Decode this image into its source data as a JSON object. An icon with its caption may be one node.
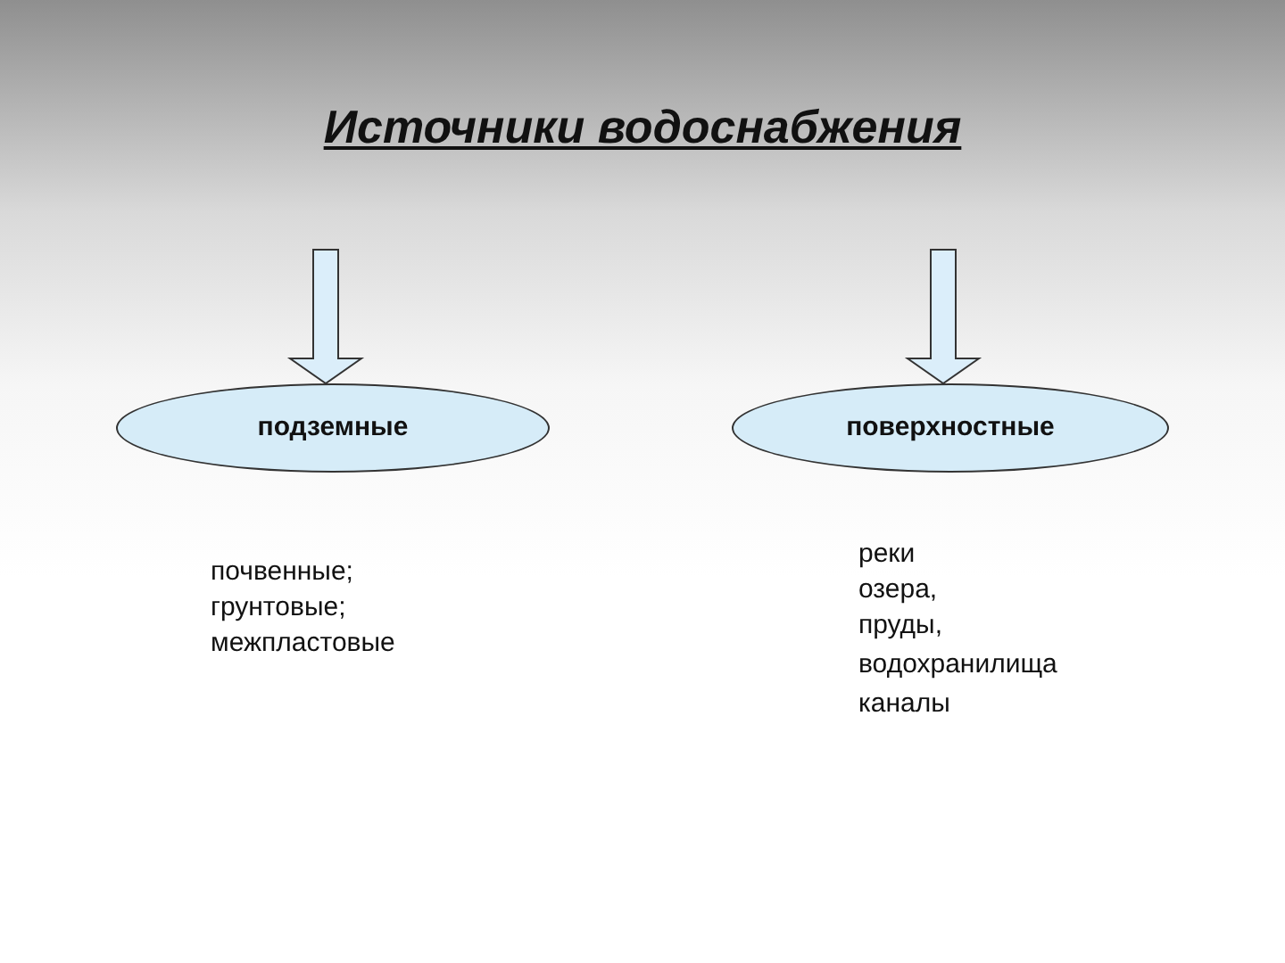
{
  "diagram": {
    "title": "Источники водоснабжения",
    "nodes": [
      {
        "text": [
          "подземные"
        ]
      },
      {
        "text": [
          "поверхностные"
        ]
      }
    ],
    "edges": [
      {
        "from": null,
        "to": 0,
        "arrow": "to"
      },
      {
        "from": null,
        "to": 1,
        "arrow": "to"
      }
    ],
    "labels": [
      "почвенные;",
      "грунтовые;",
      "межпластовые",
      "реки",
      "озера,",
      "пруды,",
      "водохранилища",
      "каналы"
    ]
  }
}
